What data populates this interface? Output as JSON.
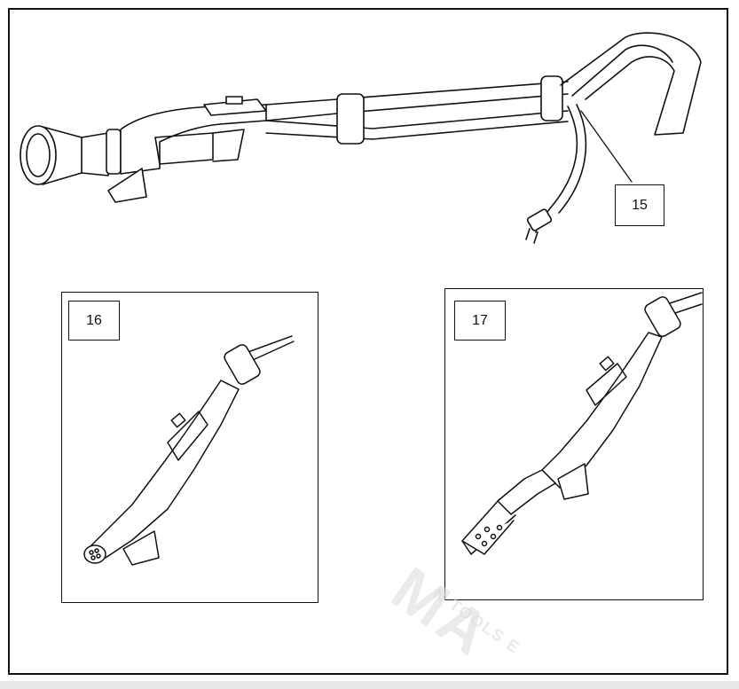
{
  "figure": {
    "callouts": {
      "main": "15",
      "inset_left": "16",
      "inset_right": "17"
    },
    "watermark": {
      "main": "MA",
      "sub": "N TOOLS E"
    }
  }
}
